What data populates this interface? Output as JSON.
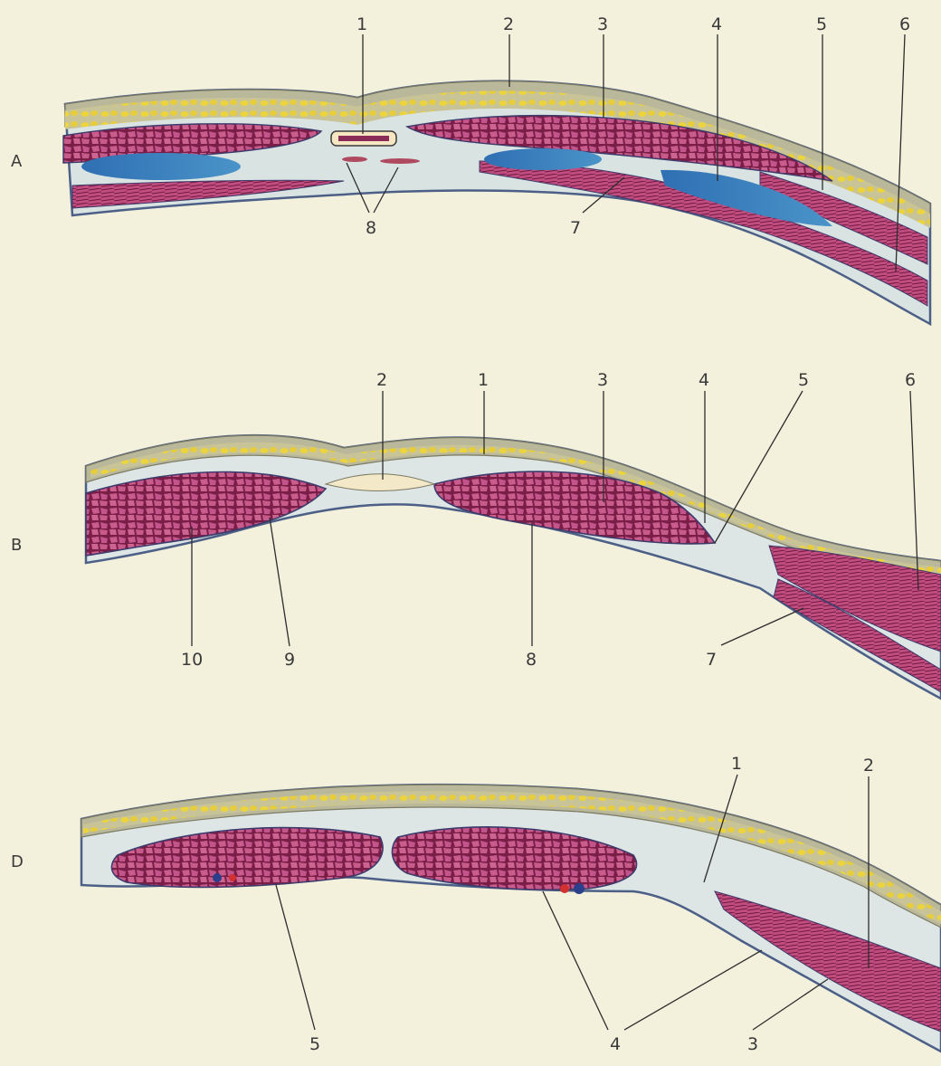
{
  "panels": [
    {
      "id": "A",
      "label": "A",
      "numbers": [
        "1",
        "2",
        "3",
        "4",
        "5",
        "6",
        "7",
        "8"
      ]
    },
    {
      "id": "B",
      "label": "B",
      "numbers": [
        "2",
        "1",
        "3",
        "4",
        "5",
        "6",
        "10",
        "9",
        "8",
        "7"
      ]
    },
    {
      "id": "D",
      "label": "D",
      "numbers": [
        "1",
        "2",
        "5",
        "4",
        "3"
      ]
    }
  ],
  "colors": {
    "background": "#f3f0dc",
    "skin": "#b9b89a",
    "fat": "#e9d24a",
    "fascia": "#e4ecec",
    "muscle": "#b8346e",
    "muscle_cell": "#c95c8c",
    "vein": "#3f7fc1",
    "artery": "#d33030",
    "leader_line": "#2d2d2d"
  },
  "icons": [
    "cross-section-illustration"
  ]
}
